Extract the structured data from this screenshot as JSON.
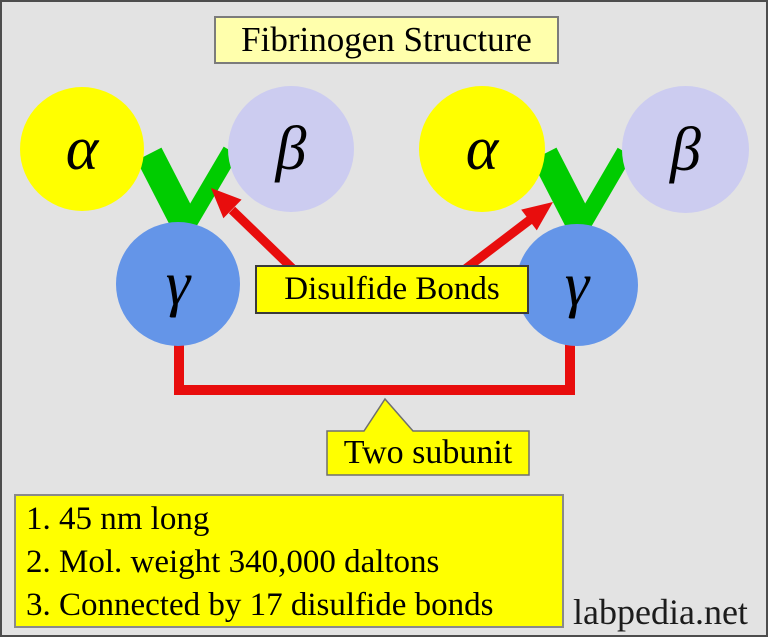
{
  "title": "Fibrinogen Structure",
  "chains": {
    "left": {
      "alpha": "α",
      "beta": "β",
      "gamma": "γ"
    },
    "right": {
      "alpha": "α",
      "beta": "β",
      "gamma": "γ"
    }
  },
  "labels": {
    "disulfide_bonds": "Disulfide Bonds",
    "two_subunit": "Two subunit"
  },
  "facts": [
    "1. 45 nm long",
    "2. Mol. weight 340,000 daltons",
    "3. Connected by 17 disulfide bonds"
  ],
  "watermark": "labpedia.net",
  "colors": {
    "background": "#E3E3E3",
    "alpha_chain_fill": "#FFFF00",
    "beta_chain_fill": "#CCCCF0",
    "gamma_chain_fill": "#6495E8",
    "disulfide_bond_green": "#00CC00",
    "arrow_red": "#E80D0D",
    "label_yellow": "#FFFF00",
    "title_yellow": "#FFFFAC"
  }
}
